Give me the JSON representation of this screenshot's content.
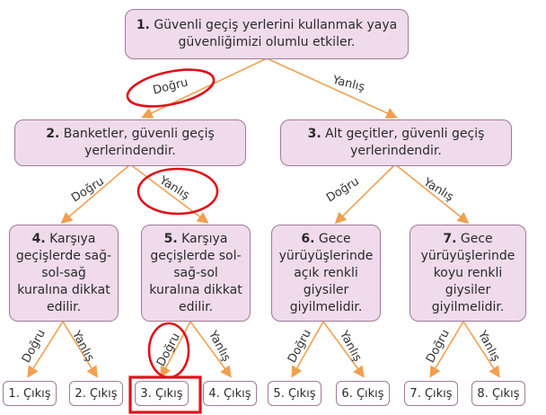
{
  "edge_labels": {
    "yes": "Doğru",
    "no": "Yanlış"
  },
  "nodes": {
    "q1": {
      "num": "1.",
      "text": "Güvenli geçiş yerlerini kullanmak yaya güvenliğimizi olumlu etkiler."
    },
    "q2": {
      "num": "2.",
      "text": "Banketler, güvenli geçiş yerlerindendir."
    },
    "q3": {
      "num": "3.",
      "text": "Alt geçitler, güvenli geçiş yerlerindendir."
    },
    "q4": {
      "num": "4.",
      "text": "Karşıya geçişlerde sağ-sol-sağ kuralına dikkat edilir."
    },
    "q5": {
      "num": "5.",
      "text": "Karşıya geçişlerde sol-sağ-sol kuralına dikkat edilir."
    },
    "q6": {
      "num": "6.",
      "text": "Gece yürüyüşlerinde açık renkli giysiler giyilmelidir."
    },
    "q7": {
      "num": "7.",
      "text": "Gece yürüyüşlerinde koyu renkli giysiler giyilmelidir."
    }
  },
  "exits": [
    "1. Çıkış",
    "2. Çıkış",
    "3. Çıkış",
    "4. Çıkış",
    "5. Çıkış",
    "6. Çıkış",
    "7. Çıkış",
    "8. Çıkış"
  ],
  "colors": {
    "box_fill": "#efdbeb",
    "box_border": "#9f7a9a",
    "arrow": "#f0a050",
    "marker": "#e0101a"
  }
}
